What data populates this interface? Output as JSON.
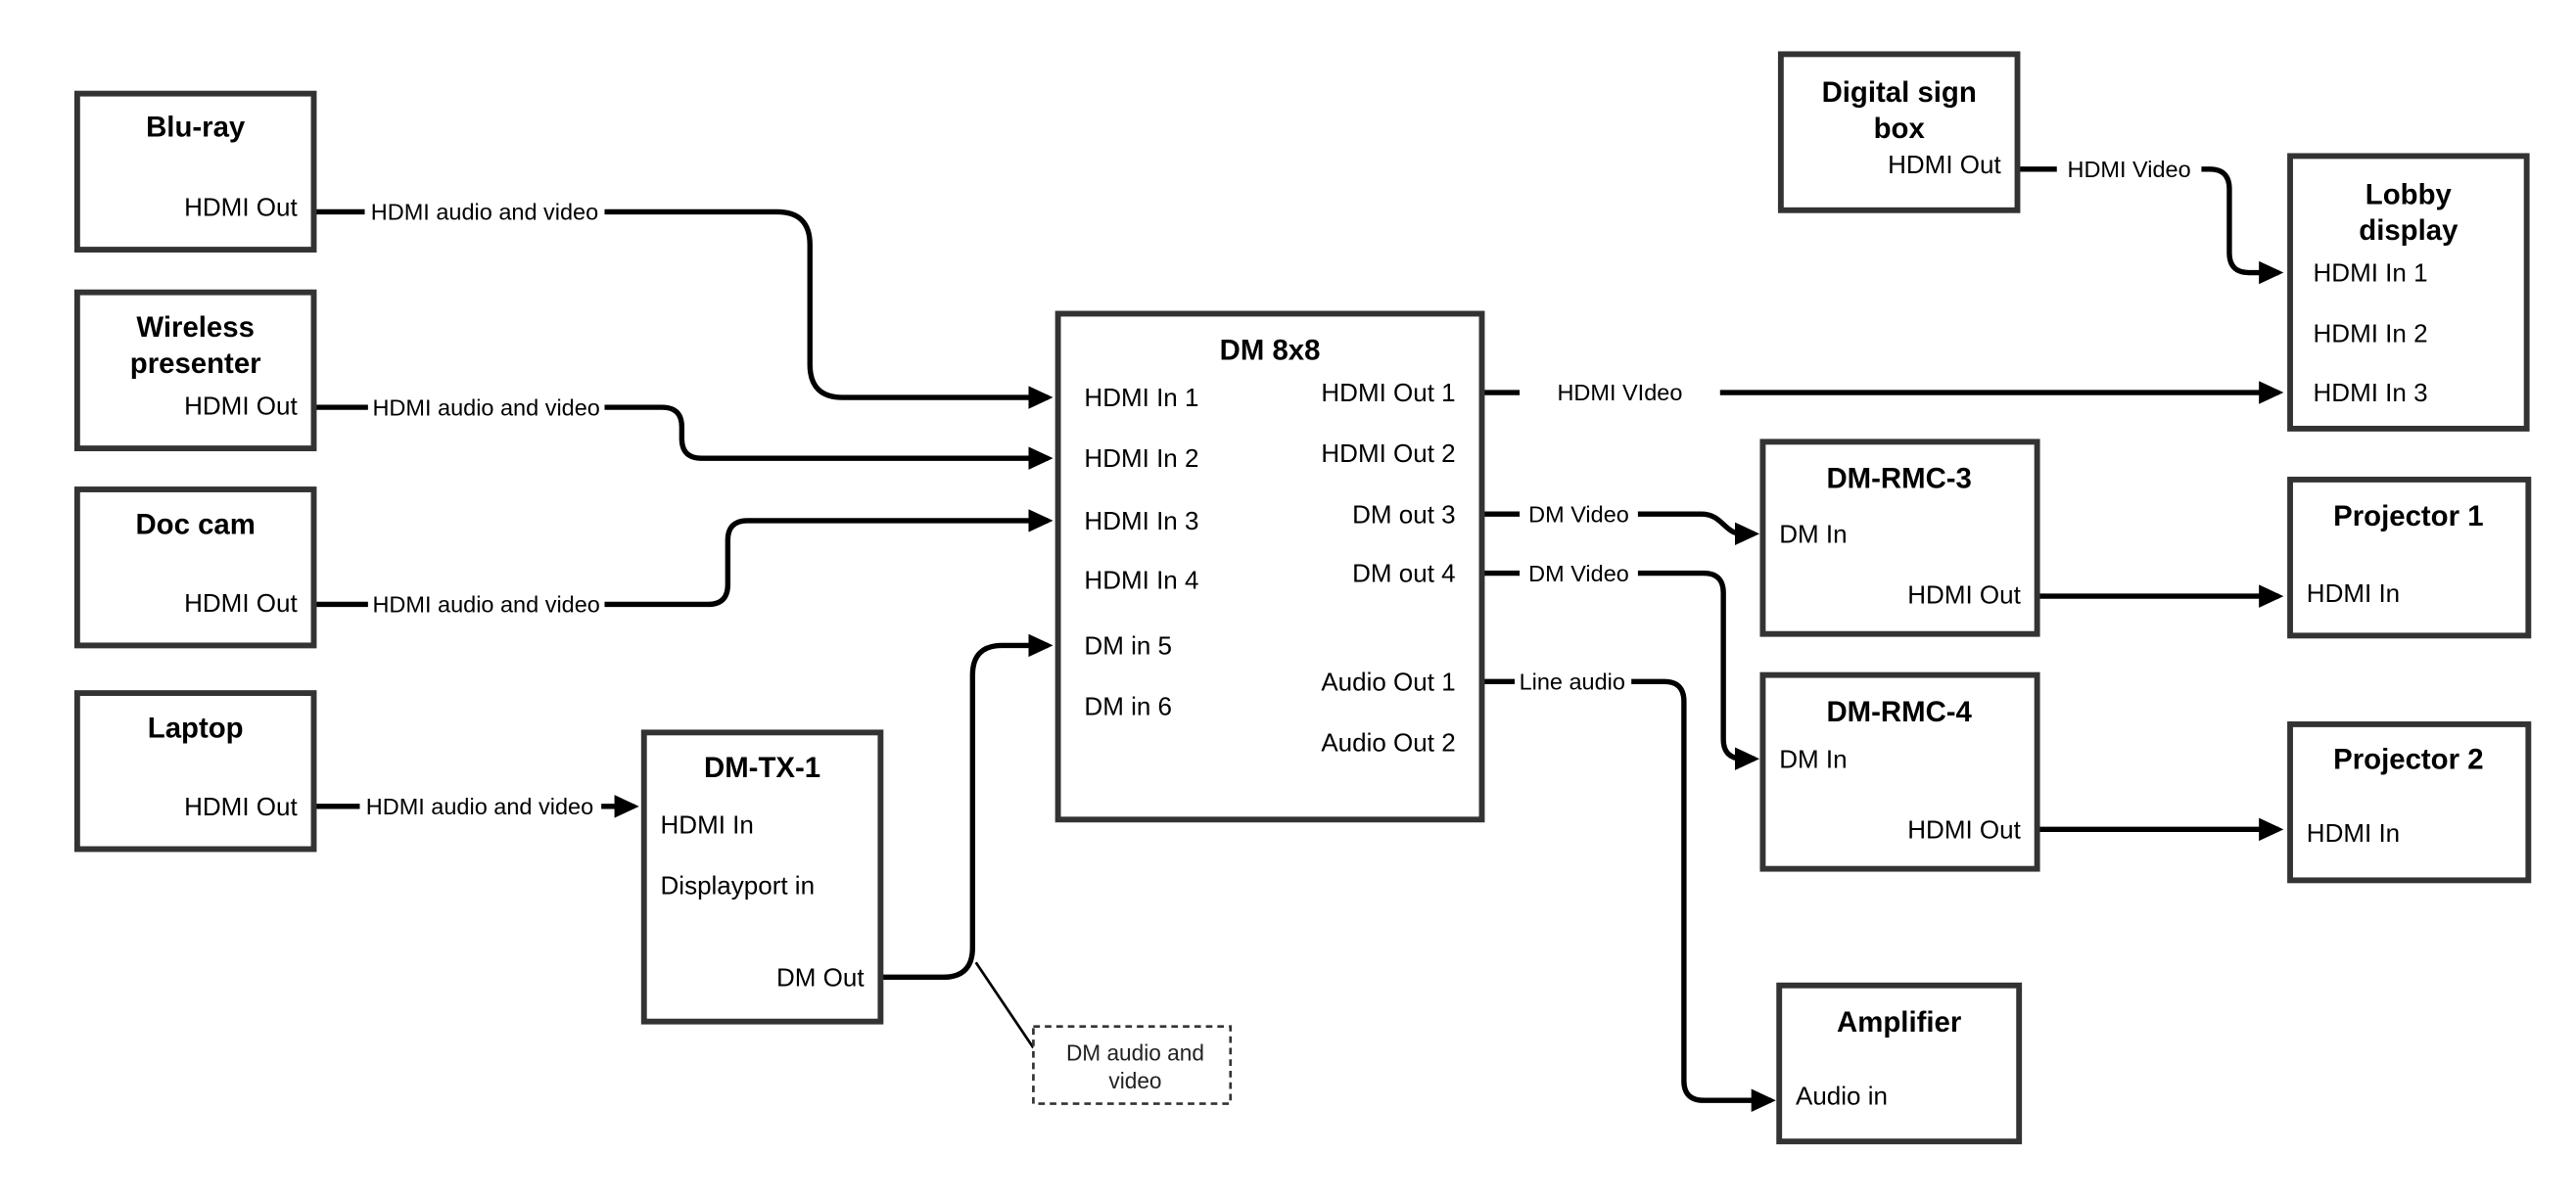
{
  "nodes": {
    "bluray": {
      "title": "Blu-ray",
      "port_out": "HDMI Out"
    },
    "wireless": {
      "title": [
        "Wireless",
        "presenter"
      ],
      "port_out": "HDMI Out"
    },
    "doccam": {
      "title": "Doc cam",
      "port_out": "HDMI Out"
    },
    "laptop": {
      "title": "Laptop",
      "port_out": "HDMI Out"
    },
    "dmtx1": {
      "title": "DM-TX-1",
      "port_in1": "HDMI In",
      "port_in2": "Displayport in",
      "port_out": "DM Out"
    },
    "dm8x8": {
      "title": "DM 8x8",
      "inputs": [
        "HDMI In 1",
        "HDMI In 2",
        "HDMI In 3",
        "HDMI In 4",
        "DM in 5",
        "DM in 6"
      ],
      "outputs": [
        "HDMI Out 1",
        "HDMI Out 2",
        "DM out 3",
        "DM out 4",
        "Audio Out 1",
        "Audio Out 2"
      ]
    },
    "digitalsign": {
      "title": [
        "Digital sign",
        "box"
      ],
      "port_out": "HDMI Out"
    },
    "lobby": {
      "title": [
        "Lobby",
        "display"
      ],
      "inputs": [
        "HDMI In 1",
        "HDMI In 2",
        "HDMI In 3"
      ]
    },
    "dmrmc3": {
      "title": "DM-RMC-3",
      "port_in": "DM In",
      "port_out": "HDMI Out"
    },
    "dmrmc4": {
      "title": "DM-RMC-4",
      "port_in": "DM In",
      "port_out": "HDMI Out"
    },
    "proj1": {
      "title": "Projector 1",
      "port_in": "HDMI In"
    },
    "proj2": {
      "title": "Projector 2",
      "port_in": "HDMI In"
    },
    "amplifier": {
      "title": "Amplifier",
      "port_in": "Audio in"
    }
  },
  "edge_labels": {
    "bluray": "HDMI audio and video",
    "wireless": "HDMI audio and video",
    "doccam": "HDMI audio and video",
    "laptop": "HDMI audio and video",
    "hdmi_out1": "HDMI VIdeo",
    "digital_sign": "HDMI Video",
    "dm_out3": "DM Video",
    "dm_out4": "DM Video",
    "audio_out1": "Line audio"
  },
  "note": {
    "line1": "DM audio and",
    "line2": "video"
  },
  "colors": {
    "line": "#000000",
    "border": "#333333",
    "background": "#ffffff"
  }
}
